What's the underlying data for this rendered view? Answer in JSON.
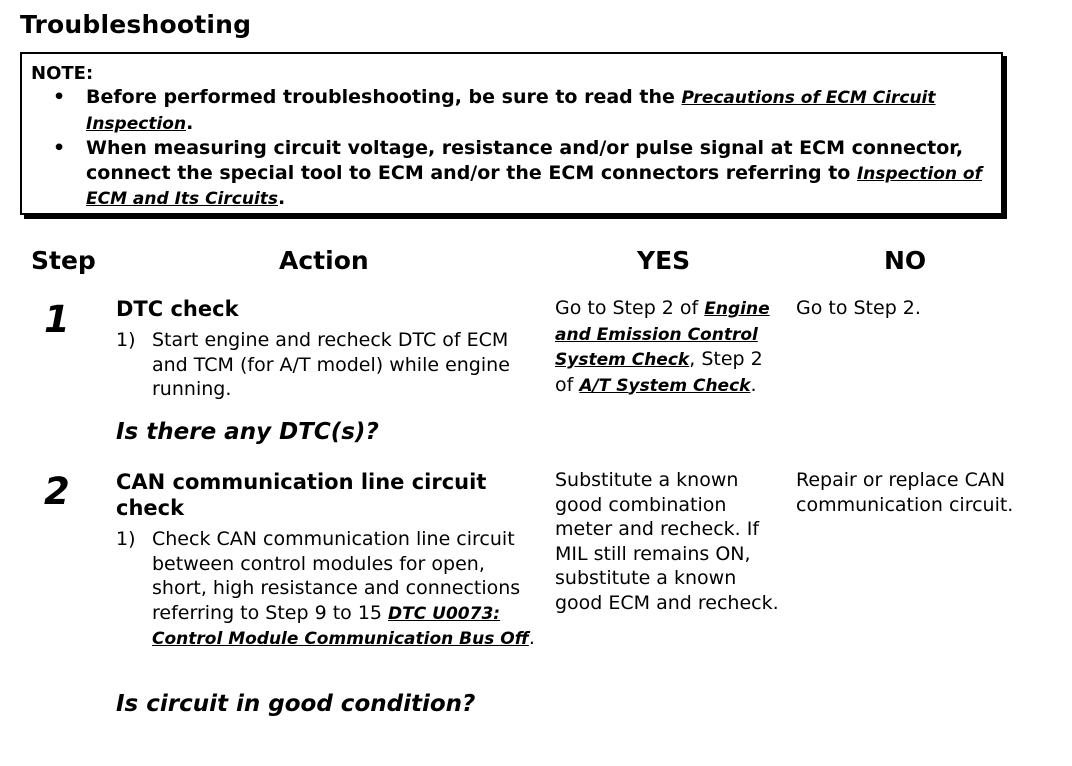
{
  "title": "Troubleshooting",
  "note": {
    "label": "NOTE:",
    "bullets": [
      {
        "bullet": "•",
        "text_before": "Before performed troubleshooting, be sure to read the ",
        "link": "Precautions of ECM Circuit Inspection",
        "text_after": "."
      },
      {
        "bullet": "•",
        "text_before": "When measuring circuit voltage, resistance and/or pulse signal at ECM connector, connect the special tool to ECM and/or the ECM connectors referring to ",
        "link": "Inspection of ECM and Its Circuits",
        "text_after": "."
      }
    ]
  },
  "table": {
    "headers": {
      "step": "Step",
      "action": "Action",
      "yes": "YES",
      "no": "NO"
    },
    "rows": [
      {
        "step": "1",
        "action_title": "DTC check",
        "item_num": "1)",
        "item_text": "Start engine and recheck DTC of ECM and TCM (for A/T model) while engine running.",
        "item_link": "",
        "item_after": "",
        "question": "Is there any DTC(s)?",
        "yes": {
          "t1": "Go to Step 2 of ",
          "l1": "Engine and Emission Control System Check",
          "t2": ", Step 2 of ",
          "l2": "A/T System Check",
          "t3": "."
        },
        "no": "Go to Step 2."
      },
      {
        "step": "2",
        "action_title": "CAN communication line circuit check",
        "item_num": "1)",
        "item_text": "Check CAN communication line circuit between control modules for open, short, high resistance and connections referring to Step 9 to 15 ",
        "item_link": "DTC U0073: Control Module Communication Bus Off",
        "item_after": ".",
        "question": "Is circuit in good condition?",
        "yes_text": "Substitute a known good combination meter and recheck. If MIL still remains ON, substitute a known good ECM and recheck.",
        "no": "Repair or replace CAN communication circuit."
      }
    ]
  }
}
